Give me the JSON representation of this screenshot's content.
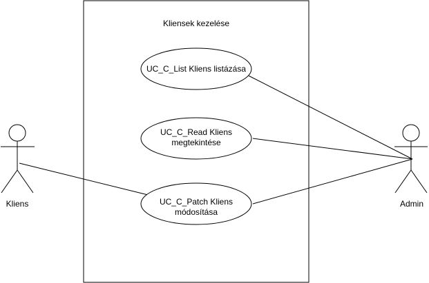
{
  "diagram": {
    "system": {
      "title": "Kliensek kezelése"
    },
    "actors": {
      "kliens": {
        "label": "Kliens"
      },
      "admin": {
        "label": "Admin"
      }
    },
    "use_cases": {
      "list": {
        "line1": "UC_C_List Kliens listázása",
        "line2": ""
      },
      "read": {
        "line1": "UC_C_Read Kliens",
        "line2": "megtekintése"
      },
      "patch": {
        "line1": "UC_C_Patch Kliens",
        "line2": "módosítása"
      }
    }
  }
}
